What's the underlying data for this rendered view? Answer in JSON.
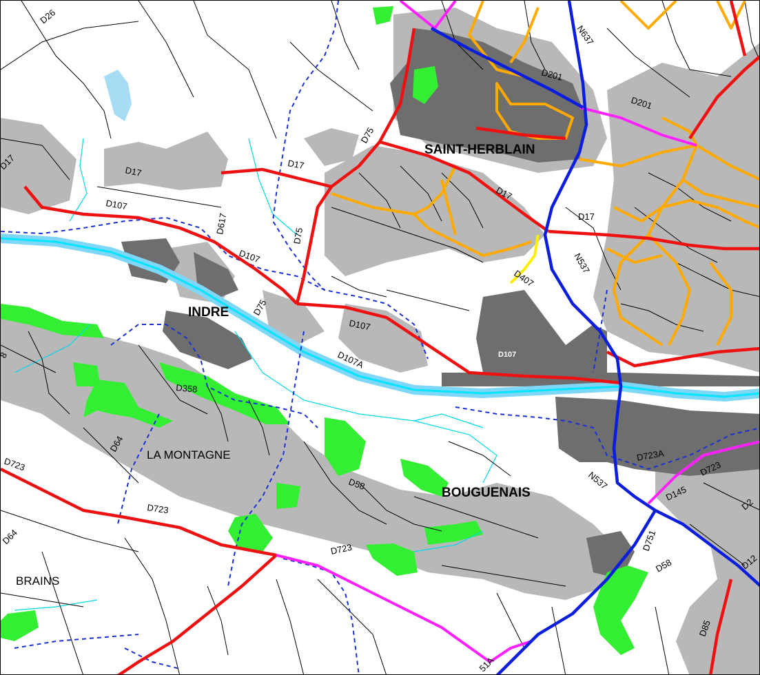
{
  "colors": {
    "background": "#ffffff",
    "urban_light": "#b8b8b8",
    "urban_dark": "#6e6e6e",
    "park": "#33ee33",
    "river": "#7fd7f7",
    "river_core": "#00e5ff",
    "lake": "#a7dcf5",
    "stream": "#00d8e8",
    "boundary": "#1a2fd6",
    "motorway": "#0a1edc",
    "primary_road": "#ee1111",
    "trunk_road": "#ff22ff",
    "secondary_road": "#ffaa00",
    "tertiary_road": "#ffee00",
    "minor_road": "#000000"
  },
  "places": {
    "saint_herblain": "SAINT-HERBLAIN",
    "indre": "INDRE",
    "la_montagne": "LA MONTAGNE",
    "bouguenais": "BOUGUENAIS",
    "brains": "BRAINS"
  },
  "road_labels": {
    "d26": "D26",
    "n637": "N637",
    "d201_a": "D201",
    "d201_b": "D201",
    "d75_a": "D75",
    "d75_b": "D75",
    "d75_c": "D75",
    "d17_a": "D17",
    "d17_b": "D17",
    "d17_c": "D17",
    "d17_d": "D17",
    "d107_a": "D107",
    "d107_b": "D107",
    "d107_c": "D107",
    "d107_d": "D107",
    "d107a": "D107A",
    "d617": "D617",
    "n537_a": "N537",
    "n537_b": "N537",
    "d407": "D407",
    "d358": "D358",
    "d64_a": "D64",
    "d64_b": "D64",
    "d723_a": "D723",
    "d723_b": "D723",
    "d723_c": "D723",
    "d723_d": "D723",
    "d723a": "D723A",
    "d58_a": "D58",
    "d58_b": "D58",
    "d145": "D145",
    "d751": "D751",
    "d85": "D85",
    "d12": "D12",
    "d751a": "51A",
    "d8": "8",
    "d2": "D2",
    "d17_e": "D17"
  }
}
